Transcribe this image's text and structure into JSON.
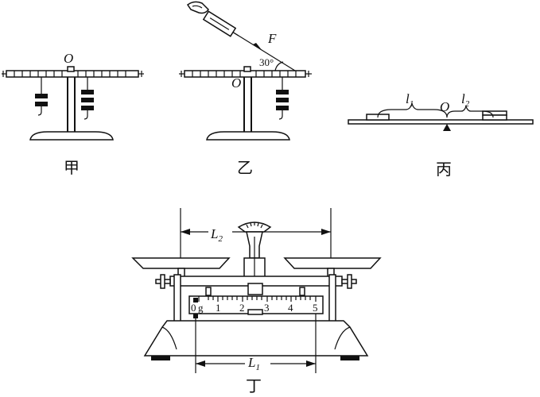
{
  "figures": {
    "jia": {
      "caption": "甲",
      "pivot_label": "O"
    },
    "yi": {
      "caption": "乙",
      "pivot_label": "O",
      "force_label": "F",
      "angle_label": "30°"
    },
    "bing": {
      "caption": "丙",
      "pivot_label": "O",
      "left_arm": "l",
      "left_arm_sub": "1",
      "right_arm": "l",
      "right_arm_sub": "2"
    },
    "ding": {
      "caption": "丁",
      "top_arm": "L",
      "top_arm_sub": "2",
      "bottom_arm": "L",
      "bottom_arm_sub": "1",
      "scale_ticks": [
        "0",
        "g",
        "1",
        "2",
        "3",
        "4",
        "5"
      ]
    }
  }
}
